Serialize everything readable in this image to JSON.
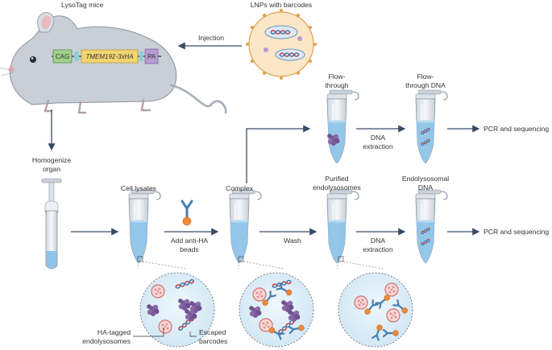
{
  "labels": {
    "lysotag_mice": "LysoTag mice",
    "lnps": "LNPs with barcodes",
    "injection": "Injection",
    "cag": "CAG",
    "tmem": "TMEM192-3xHA",
    "pa": "PA",
    "homogenize_1": "Homogenize",
    "homogenize_2": "organ",
    "cell_lysates": "Cell lysates",
    "add_antiha_1": "Add anti-HA",
    "add_antiha_2": "beads",
    "complex": "Complex",
    "wash": "Wash",
    "flow_through_1": "Flow-",
    "flow_through_2": "through",
    "flow_dna_1": "Flow-",
    "flow_dna_2": "through DNA",
    "dna_extraction_top_1": "DNA",
    "dna_extraction_top_2": "extraction",
    "pcr_top": "PCR and sequencing",
    "purified_1": "Purified",
    "purified_2": "endolysosomes",
    "endolyso_dna_1": "Endolysosomal",
    "endolyso_dna_2": "DNA",
    "dna_extraction_bot_1": "DNA",
    "dna_extraction_bot_2": "extraction",
    "pcr_bottom": "PCR and sequencing",
    "ha_tagged_1": "HA-tagged",
    "ha_tagged_2": "endolysosomes",
    "escaped_1": "Escaped",
    "escaped_2": "barcodes"
  },
  "colors": {
    "arrow": "#3a4a66",
    "tube_fill": "#8fc4e8",
    "lysosome": "#e98b8b",
    "protein": "#8a6aa6",
    "antibody": "#4a7fb0",
    "bead": "#f08a3a",
    "dna": "#c4484e",
    "circle_bg": "#dceef8"
  },
  "icons": [
    "mouse-icon",
    "lnp-icon",
    "homogenizer-icon",
    "tube-icon",
    "antibody-bead-icon",
    "dna-strand-icon",
    "lysosome-icon",
    "protein-aggregate-icon"
  ]
}
